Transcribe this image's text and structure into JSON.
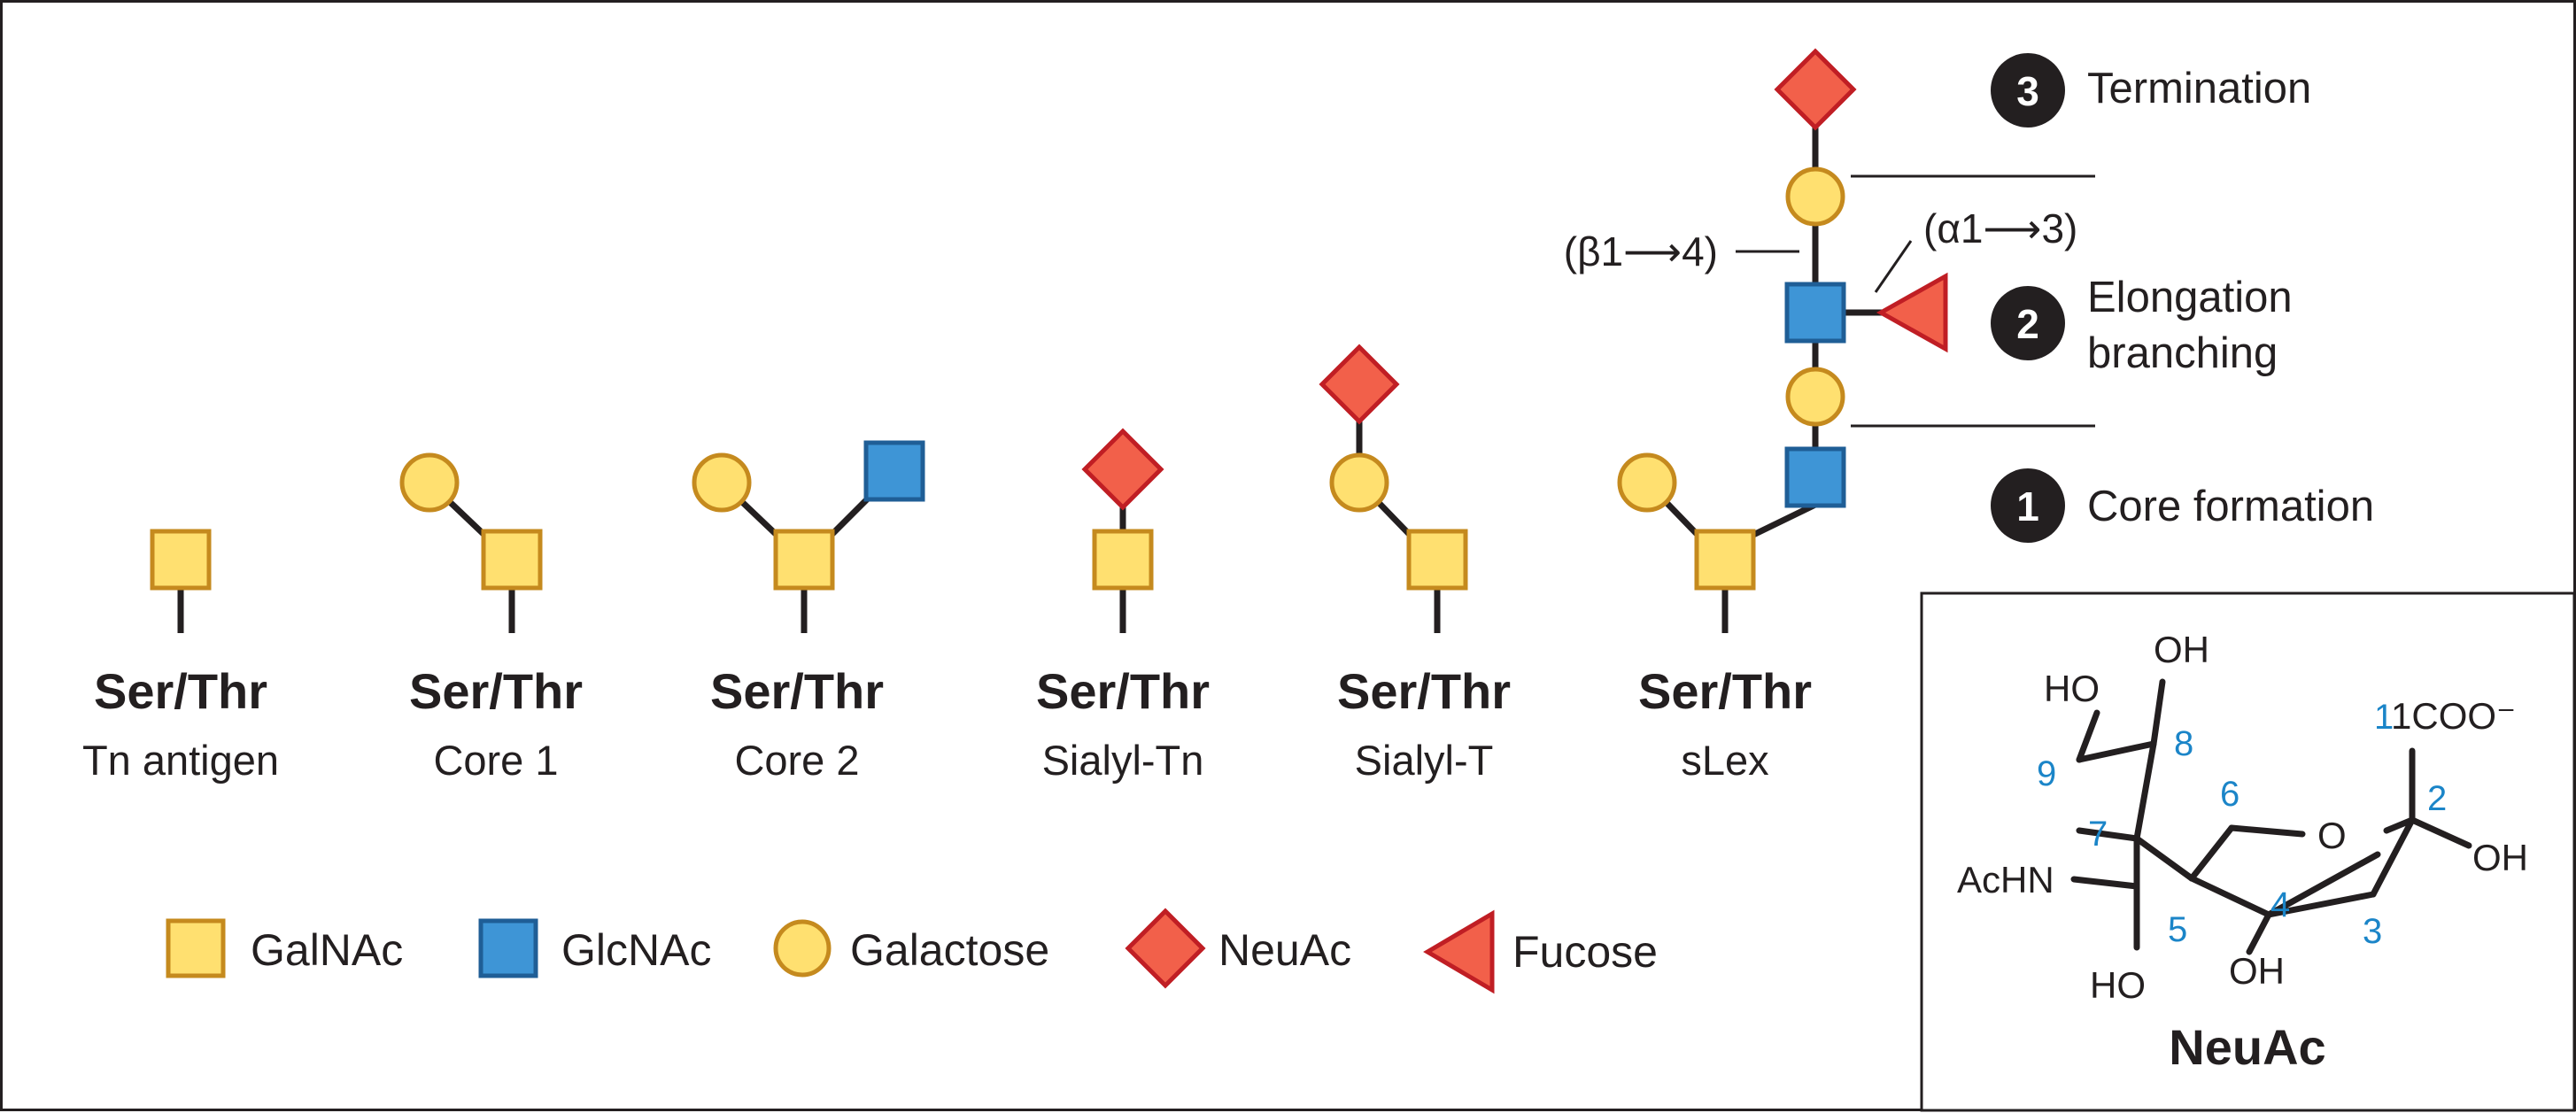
{
  "structures": [
    {
      "amino_acid": "Ser/Thr",
      "name": "Tn antigen"
    },
    {
      "amino_acid": "Ser/Thr",
      "name": "Core 1"
    },
    {
      "amino_acid": "Ser/Thr",
      "name": "Core 2"
    },
    {
      "amino_acid": "Ser/Thr",
      "name": "Sialyl-Tn"
    },
    {
      "amino_acid": "Ser/Thr",
      "name": "Sialyl-T"
    },
    {
      "amino_acid": "Ser/Thr",
      "name": "sLex"
    }
  ],
  "linkages": {
    "beta": "(β1⟶4)",
    "alpha": "(α1⟶3)"
  },
  "stages": [
    {
      "number": "3",
      "label_lines": [
        "Termination"
      ]
    },
    {
      "number": "2",
      "label_lines": [
        "Elongation",
        "branching"
      ]
    },
    {
      "number": "1",
      "label_lines": [
        "Core formation"
      ]
    }
  ],
  "legend": [
    {
      "shape": "square",
      "label": "GalNAc",
      "color": "#FFE070"
    },
    {
      "shape": "square",
      "label": "GlcNAc",
      "color": "#3E95D6"
    },
    {
      "shape": "circle",
      "label": "Galactose",
      "color": "#FFE070"
    },
    {
      "shape": "diamond",
      "label": "NeuAc",
      "color": "#F2604A"
    },
    {
      "shape": "triangle",
      "label": "Fucose",
      "color": "#F2604A"
    }
  ],
  "neuac": {
    "title": "NeuAc",
    "atom_labels": [
      "OH",
      "HO",
      "1COO⁻",
      "O",
      "OH",
      "AcHN",
      "OH",
      "HO"
    ],
    "carbon_numbers": [
      "1",
      "2",
      "3",
      "4",
      "5",
      "6",
      "7",
      "8",
      "9"
    ]
  },
  "colors": {
    "galnac_fill": "#FFE070",
    "galnac_stroke": "#C58A1E",
    "glcnac_fill": "#3E95D6",
    "glcnac_stroke": "#1F5E96",
    "neuac_fill": "#F2604A",
    "neuac_stroke": "#C01E24",
    "number_blue": "#1B85C8",
    "bond": "#231F20"
  }
}
